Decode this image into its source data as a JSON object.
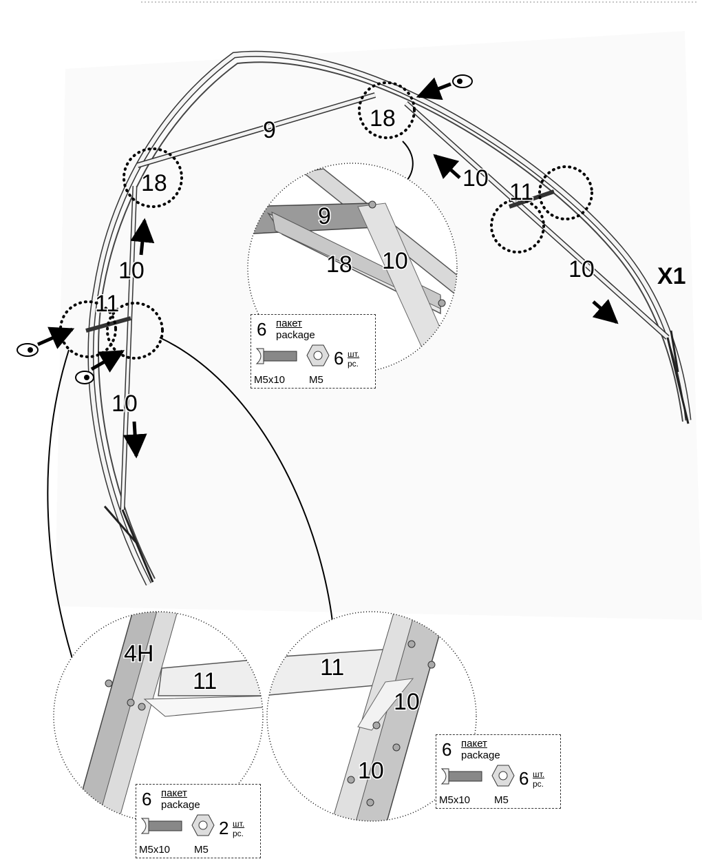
{
  "multiplier": "X1",
  "part_labels": {
    "upper_brace": "9",
    "left_bracket": "18",
    "top_bracket": "18",
    "left_post_upper": "10",
    "left_cross": "11",
    "left_post_lower": "10",
    "right_cross": "11",
    "right_brace_upper": "10",
    "right_brace_lower": "10"
  },
  "detail_top": {
    "labels": {
      "brace": "9",
      "bracket": "18",
      "post": "10"
    },
    "package": {
      "qty": "6",
      "pkg_ru": "пакет",
      "pkg_en": "package",
      "bolt": "M5x10",
      "nut": "M5",
      "count": "6",
      "unit_ru": "шт.",
      "unit_en": "pc."
    }
  },
  "detail_left": {
    "labels": {
      "frame": "4H",
      "cross": "11"
    },
    "package": {
      "qty": "6",
      "pkg_ru": "пакет",
      "pkg_en": "package",
      "bolt": "M5x10",
      "nut": "M5",
      "count": "2",
      "unit_ru": "шт.",
      "unit_en": "pc."
    }
  },
  "detail_right": {
    "labels": {
      "cross": "11",
      "post_upper": "10",
      "post_lower": "10"
    },
    "package": {
      "qty": "6",
      "pkg_ru": "пакет",
      "pkg_en": "package",
      "bolt": "M5x10",
      "nut": "M5",
      "count": "6",
      "unit_ru": "шт.",
      "unit_en": "pc."
    }
  }
}
